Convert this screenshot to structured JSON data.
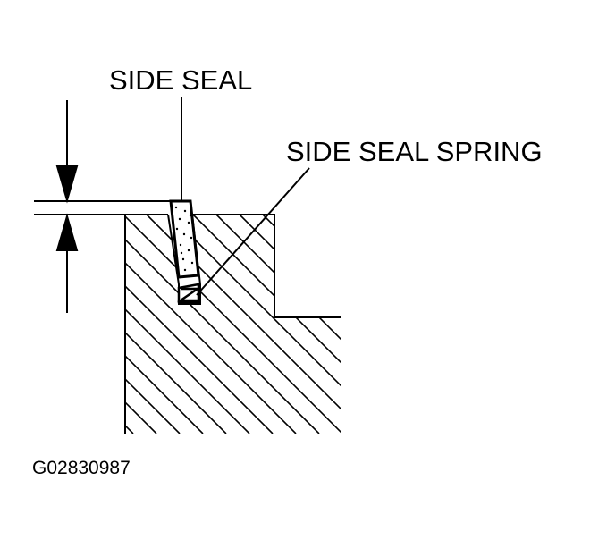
{
  "labels": {
    "side_seal": "SIDE SEAL",
    "side_seal_spring": "SIDE SEAL SPRING",
    "figure_code": "G02830987"
  },
  "colors": {
    "line": "#000000",
    "background": "#ffffff"
  }
}
